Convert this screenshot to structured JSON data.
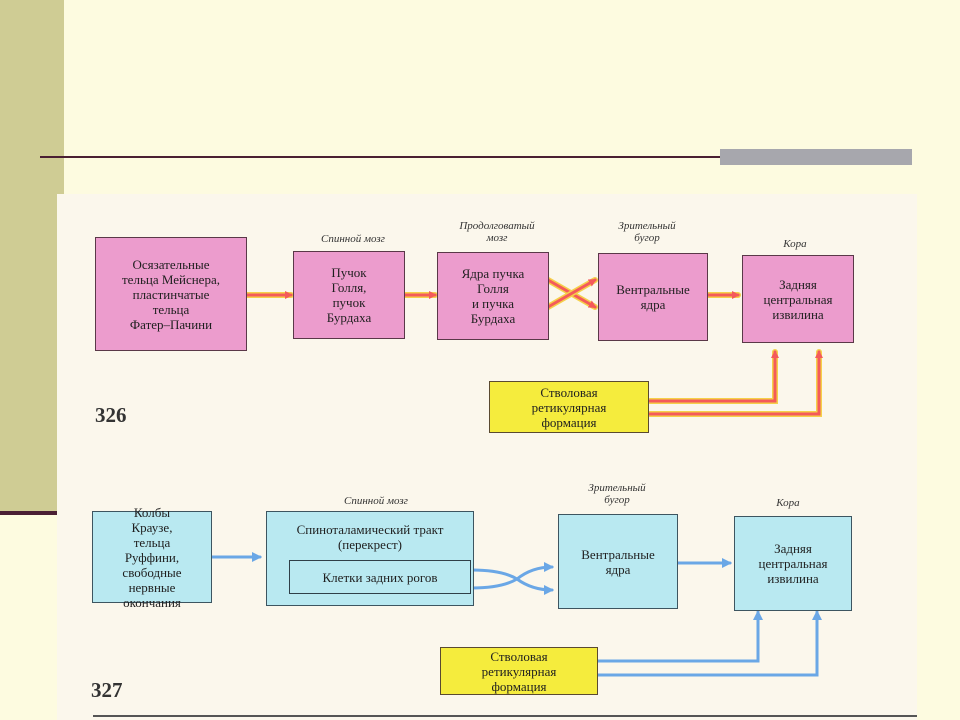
{
  "colors": {
    "sidebar": "#cfcc94",
    "background": "#fdfbe0",
    "pink": "#ec9ccd",
    "yellow": "#f5ec3d",
    "cyan": "#b9e9f1",
    "pink_arrow": "#f45a5a",
    "pink_arrow_glow": "#f5d04a",
    "blue_arrow": "#6aa7e6"
  },
  "fig326": {
    "number": "326",
    "labels": {
      "spinal": "Спинной мозг",
      "medulla": "Продолговатый\nмозг",
      "thalamus": "Зрительный\nбугор",
      "cortex": "Кора"
    },
    "boxes": {
      "receptors": "Осязательные\nтельца Мейснера,\nпластинчатые\nтельца\nФатер–Пачини",
      "bundle": "Пучок\nГолля,\nпучок\nБурдаха",
      "nuclei": "Ядра пучка\nГолля\nи пучка\nБурдаха",
      "ventral": "Вентральные\nядра",
      "gyrus": "Задняя\nцентральная\nизвилина",
      "reticular": "Стволовая\nретикулярная\nформация"
    }
  },
  "fig327": {
    "number": "327",
    "labels": {
      "spinal": "Спинной мозг",
      "thalamus": "Зрительный\nбугор",
      "cortex": "Кора"
    },
    "boxes": {
      "receptors": "Колбы\nКраузе,\nтельца\nРуффини,\nсвободные\nнервные\nокончания",
      "tract": "Спиноталамический тракт\n(перекрест)",
      "horns": "Клетки задних рогов",
      "ventral": "Вентральные\nядра",
      "gyrus": "Задняя\nцентральная\nизвилина",
      "reticular": "Стволовая\nретикулярная\nформация"
    }
  }
}
